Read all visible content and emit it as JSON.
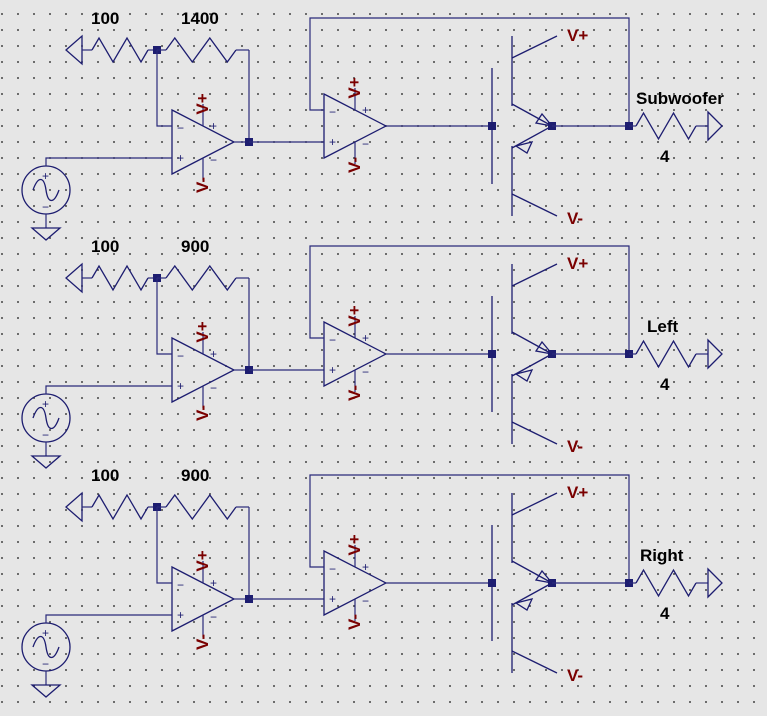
{
  "stages": [
    {
      "input_resistor": "100",
      "feedback_resistor": "1400",
      "load_name": "Subwoofer",
      "load_value": "4",
      "power_pos": "V+",
      "power_neg": "V-"
    },
    {
      "input_resistor": "100",
      "feedback_resistor": "900",
      "load_name": "Left",
      "load_value": "4",
      "power_pos": "V+",
      "power_neg": "V-"
    },
    {
      "input_resistor": "100",
      "feedback_resistor": "900",
      "load_name": "Right",
      "load_value": "4",
      "power_pos": "V+",
      "power_neg": "V-"
    }
  ],
  "colors": {
    "background": "#e6e6e6",
    "wire": "#2a2a7a",
    "power_label": "#7a0000",
    "text": "#000000"
  }
}
